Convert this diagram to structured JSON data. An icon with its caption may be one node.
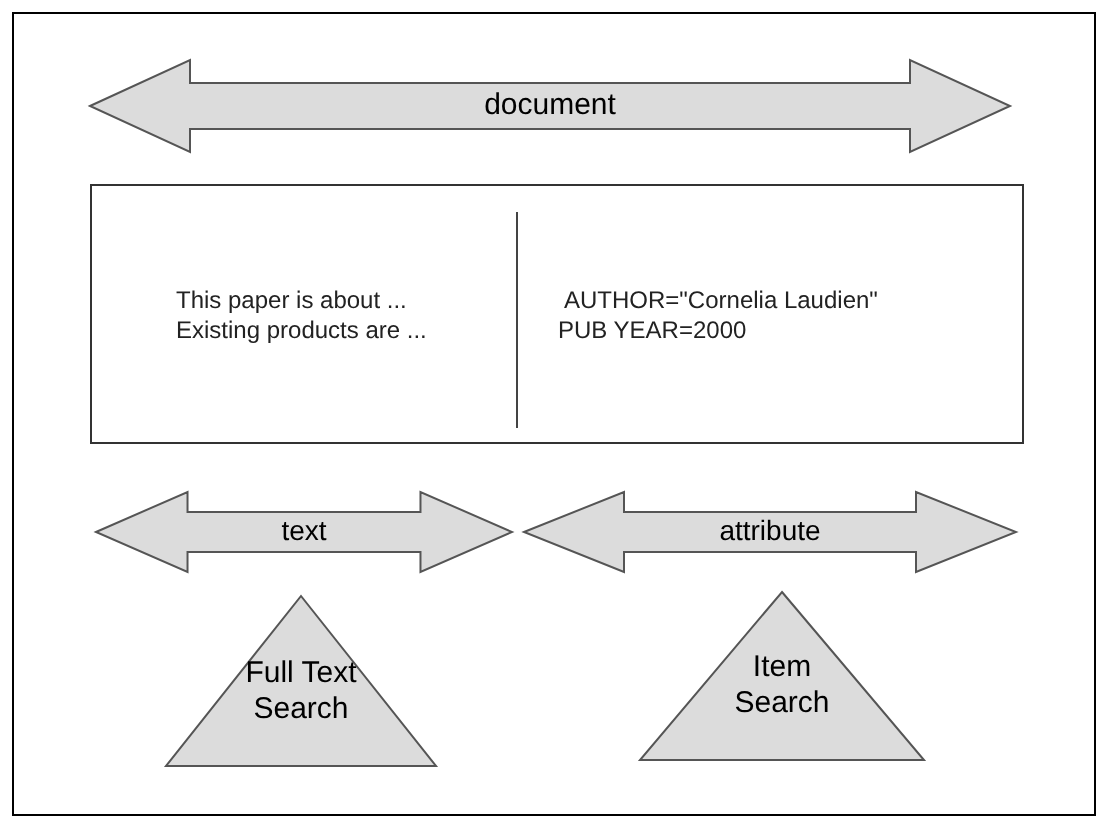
{
  "diagram": {
    "nodes": [
      {
        "text": [
          "document"
        ]
      },
      {
        "text": [
          "This paper is about ...",
          "Existing products are ...",
          "AUTHOR=\"Cornelia Laudien\"",
          "PUB YEAR=2000"
        ]
      },
      {
        "text": [
          "text"
        ]
      },
      {
        "text": [
          "attribute"
        ]
      },
      {
        "text": [
          "Full Text Search"
        ]
      },
      {
        "text": [
          "Item Search"
        ]
      }
    ]
  }
}
